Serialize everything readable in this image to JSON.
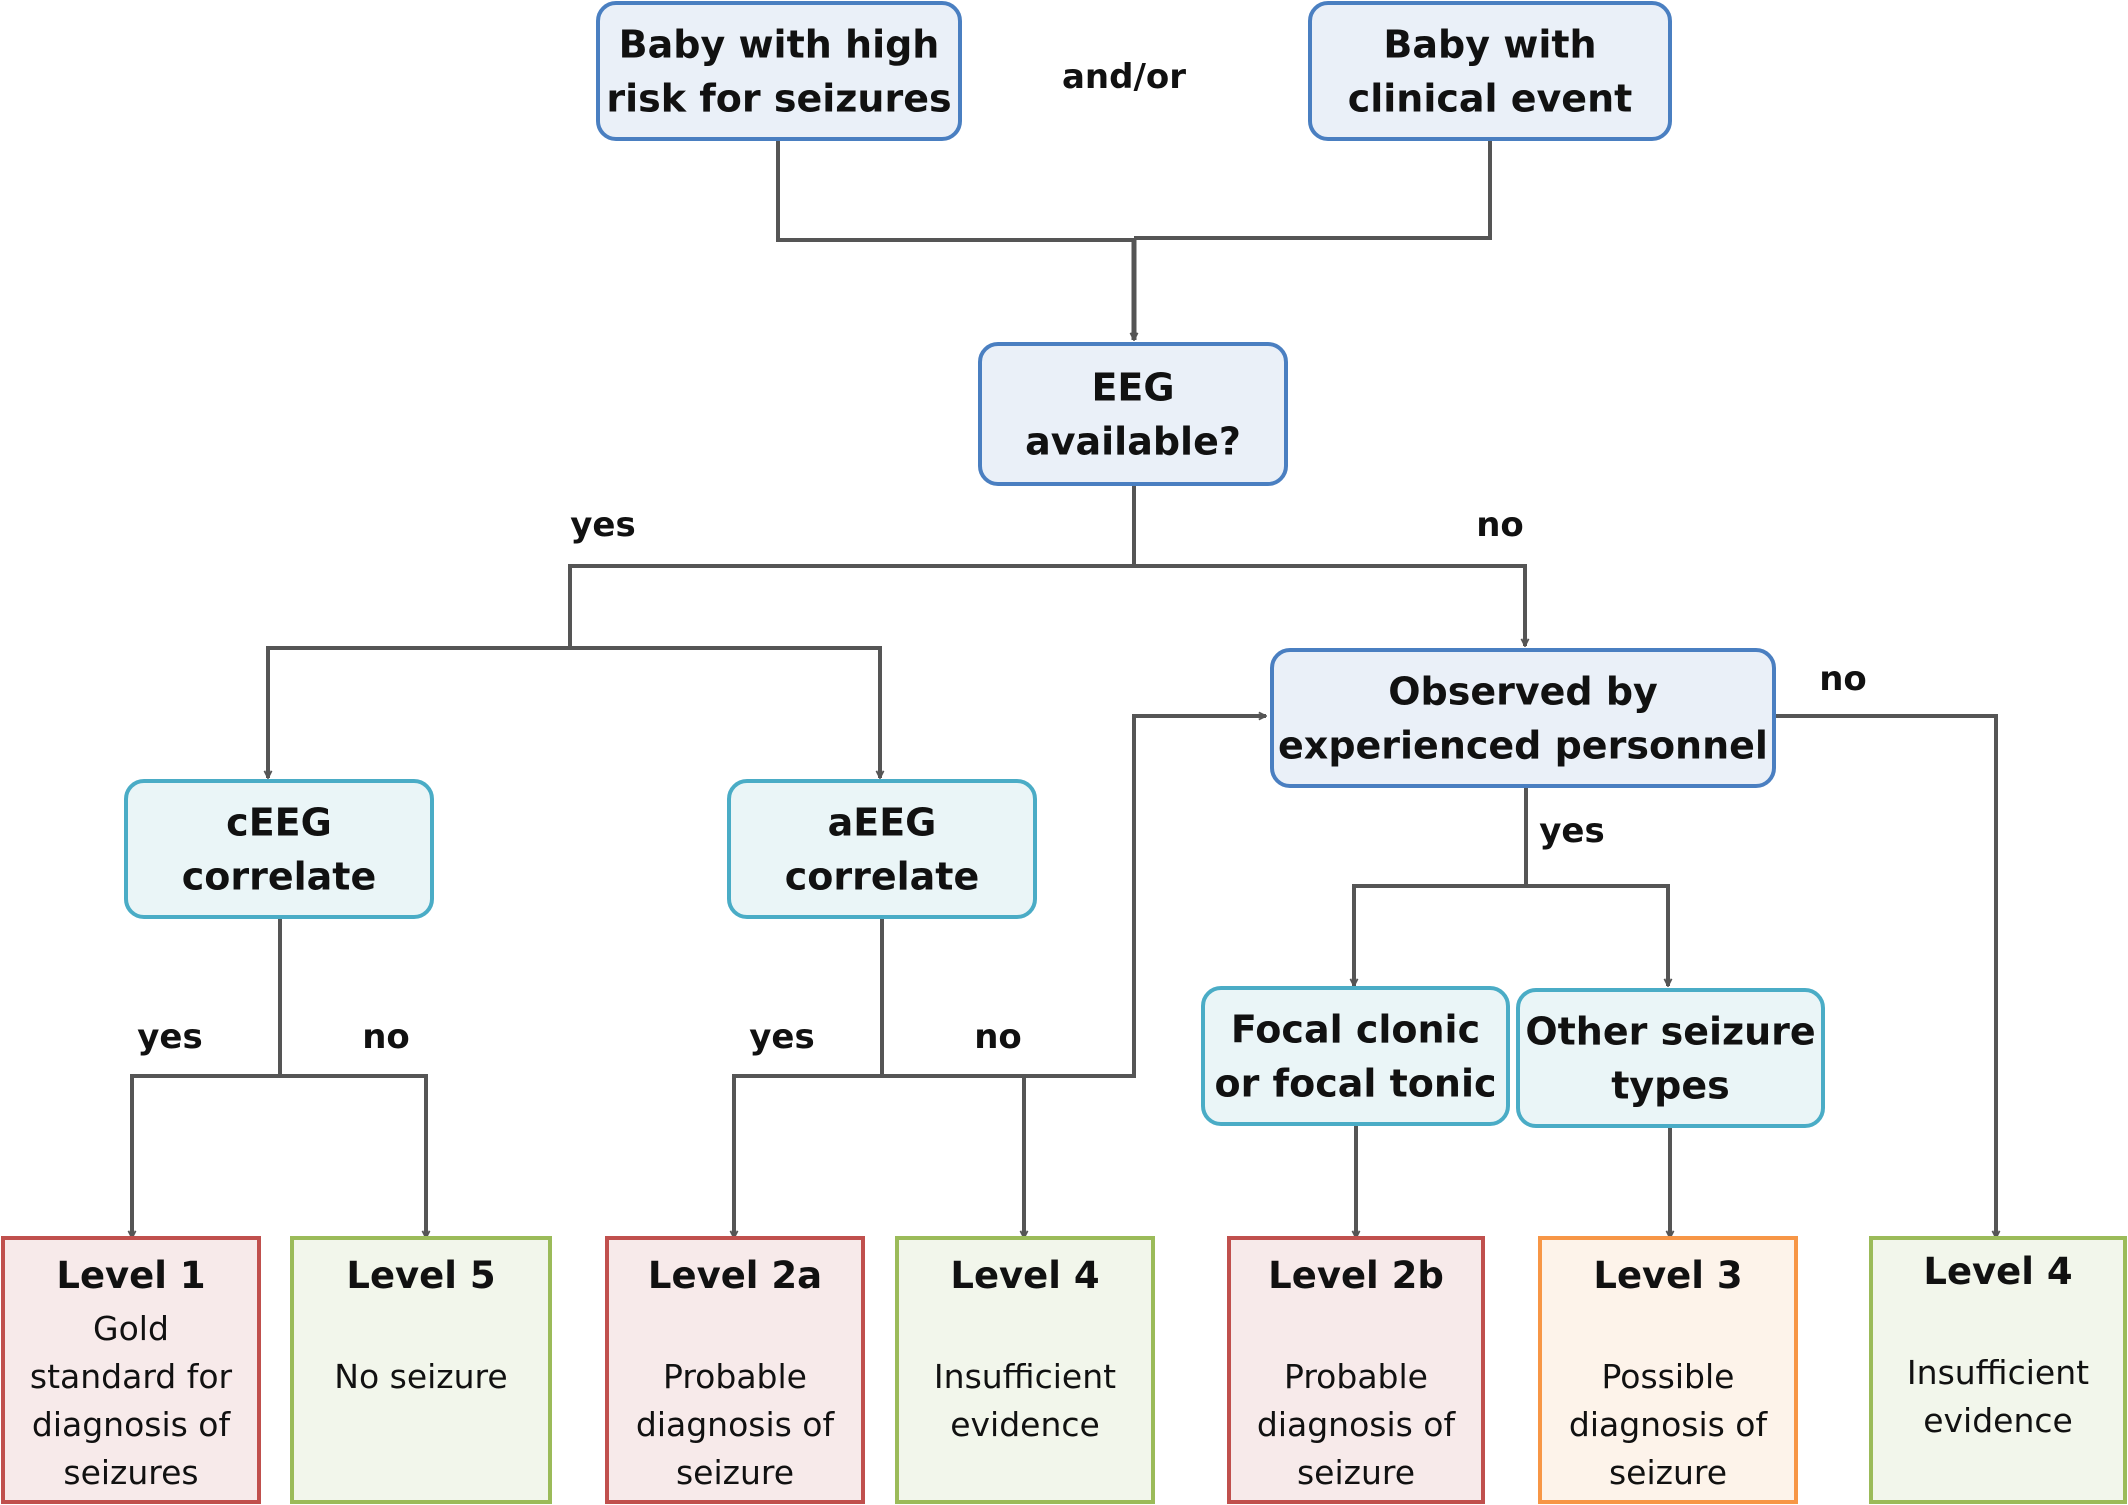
{
  "nodes": {
    "high_risk": {
      "lines": [
        "Baby with high",
        "risk for seizures"
      ]
    },
    "clinical_event": {
      "lines": [
        "Baby with",
        "clinical event"
      ]
    },
    "eeg_available": {
      "lines": [
        "EEG",
        "available?"
      ]
    },
    "observed": {
      "lines": [
        "Observed by",
        "experienced personnel"
      ]
    },
    "ceeg": {
      "lines": [
        "cEEG",
        "correlate"
      ]
    },
    "aeeg": {
      "lines": [
        "aEEG",
        "correlate"
      ]
    },
    "focal": {
      "lines": [
        "Focal clonic",
        "or focal tonic"
      ]
    },
    "other": {
      "lines": [
        "Other seizure",
        "types"
      ]
    },
    "level1": {
      "title": "Level 1",
      "lines": [
        "Gold",
        "standard for",
        "diagnosis of",
        "seizures"
      ]
    },
    "level5": {
      "title": "Level 5",
      "lines": [
        "No seizure"
      ]
    },
    "level2a": {
      "title": "Level 2a",
      "lines": [
        "Probable",
        "diagnosis of",
        "seizure"
      ]
    },
    "level4_a": {
      "title": "Level 4",
      "lines": [
        "Insufficient",
        "evidence"
      ]
    },
    "level2b": {
      "title": "Level 2b",
      "lines": [
        "Probable",
        "diagnosis of",
        "seizure"
      ]
    },
    "level3": {
      "title": "Level 3",
      "lines": [
        "Possible",
        "diagnosis of",
        "seizure"
      ]
    },
    "level4_b": {
      "title": "Level 4",
      "lines": [
        "Insufficient",
        "evidence"
      ]
    }
  },
  "labels": {
    "and_or": "and/or",
    "eeg_yes": "yes",
    "eeg_no": "no",
    "observed_no": "no",
    "observed_yes": "yes",
    "ceeg_yes": "yes",
    "ceeg_no": "no",
    "aeeg_yes": "yes",
    "aeeg_no": "no"
  },
  "colors": {
    "blue_border": "#4a7fc1",
    "blue_fill": "#eaf0f8",
    "teal_border": "#4aacc6",
    "teal_fill": "#eaf5f7",
    "red_border": "#c0504d",
    "red_fill": "#f7eaea",
    "green_border": "#9bbb59",
    "green_fill": "#f2f6eb",
    "orange_border": "#f79646",
    "orange_fill": "#fdf3ea",
    "connector": "#555555"
  }
}
